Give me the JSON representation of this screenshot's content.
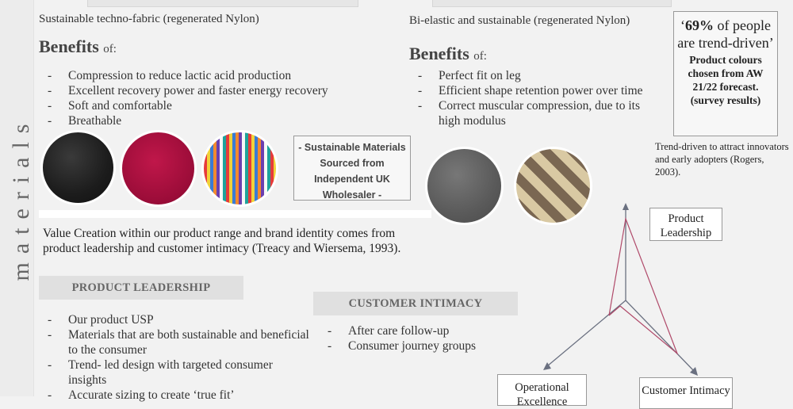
{
  "sidebar": {
    "title": "materials"
  },
  "left_column": {
    "subheading": "Sustainable techno-fabric (regenerated Nylon)",
    "benefits_title": "Benefits",
    "benefits_suffix": "of:",
    "benefits": [
      "Compression to reduce lactic acid production",
      "Excellent recovery power and faster energy recovery",
      "Soft and comfortable",
      "Breathable"
    ]
  },
  "swatches_left": [
    {
      "name": "black-fabric-swatch",
      "color": "#1c1c1c"
    },
    {
      "name": "crimson-fabric-swatch",
      "color": "#9a0c38"
    },
    {
      "name": "multicolour-print-swatch",
      "color": "#e63b3b"
    }
  ],
  "sourcing_callout": "- Sustainable Materials Sourced from Independent UK Wholesaler -",
  "right_column": {
    "subheading": "Bi-elastic and sustainable (regenerated Nylon)",
    "benefits_title": "Benefits",
    "benefits_suffix": "of:",
    "benefits": [
      "Perfect fit on leg",
      "Efficient shape retention power over time",
      "Correct muscular compression, due to its high modulus"
    ]
  },
  "swatches_right": [
    {
      "name": "grey-fabric-swatch",
      "color": "#5a5a5a"
    },
    {
      "name": "striped-fabric-swatch",
      "color": "#7a6752"
    }
  ],
  "stat_box": {
    "quote_open": "‘",
    "percent": "69%",
    "quote_rest": " of people are trend-driven’",
    "detail": "Product colours chosen from AW 21/22 forecast. (survey results)"
  },
  "trend_note": "Trend-driven to attract innovators and early adopters (Rogers, 2003).",
  "value_creation": "Value Creation within our product range and brand identity comes from product leadership and customer intimacy (Treacy and Wiersema, 1993).",
  "product_leadership": {
    "label": "PRODUCT LEADERSHIP",
    "items": [
      "Our product USP",
      "Materials that are both sustainable and beneficial to the consumer",
      "Trend- led design with targeted consumer insights",
      "Accurate sizing to create ‘true fit’"
    ]
  },
  "customer_intimacy": {
    "label": "CUSTOMER INTIMACY",
    "items": [
      "After care follow-up",
      "Consumer journey groups"
    ]
  },
  "diagram": {
    "nodes": {
      "product_leadership": "Product Leadership",
      "operational": "Operational Excellence",
      "customer": "Customer Intimacy"
    },
    "line_colors": {
      "axes": "#6a7080",
      "profile": "#b04a6a"
    }
  }
}
